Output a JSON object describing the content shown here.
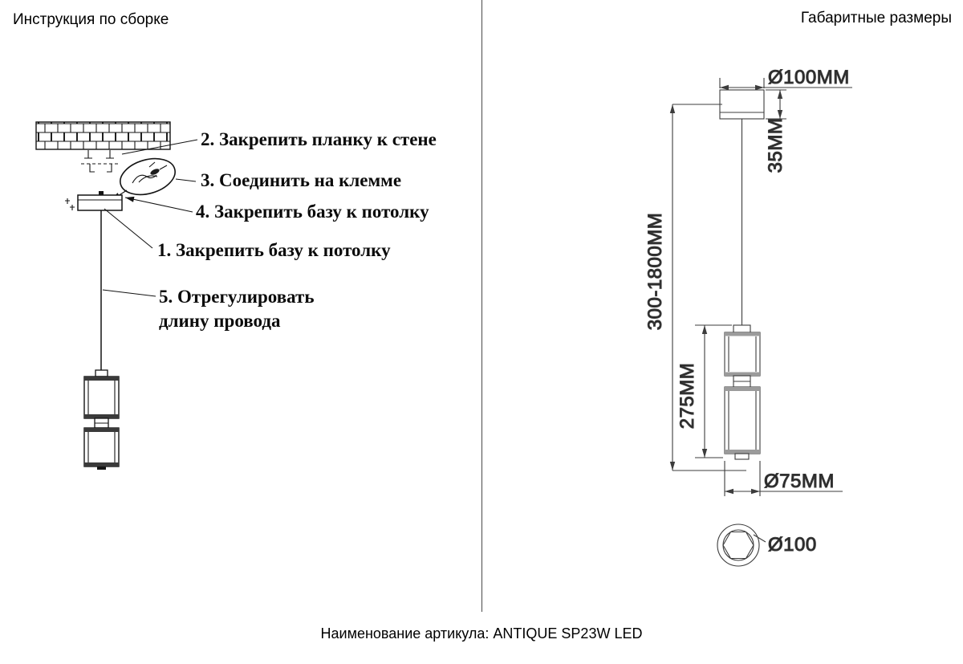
{
  "left": {
    "title": "Инструкция по сборке",
    "steps": {
      "step2": "2. Закрепить планку к стене",
      "step3": "3. Соединить на клемме",
      "step4": "4. Закрепить базу к потолку",
      "step1": "1. Закрепить базу к потолку",
      "step5_line1": "5. Отрегулировать",
      "step5_line2": "длину провода"
    }
  },
  "right": {
    "title": "Габаритные размеры",
    "dims": {
      "top_diameter": "Ø100MM",
      "cap_height": "35MM",
      "suspension_range": "300-1800MM",
      "lamp_height": "275MM",
      "lamp_diameter": "Ø75MM",
      "bottom_view_diameter": "Ø100"
    }
  },
  "footer": {
    "article": "Наименование артикула: ANTIQUE SP23W LED"
  },
  "colors": {
    "ink": "#141414",
    "dimension_line": "#3c3c3c",
    "background": "#ffffff"
  }
}
